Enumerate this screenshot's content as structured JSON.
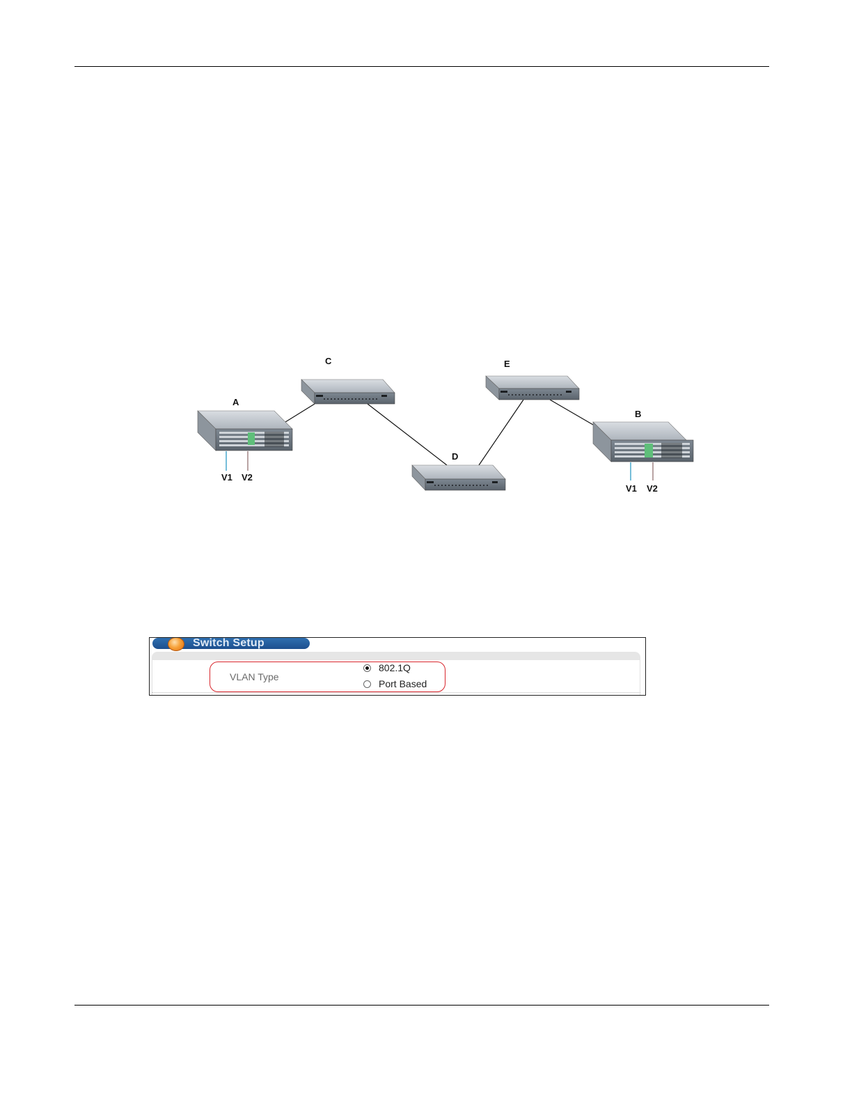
{
  "diagram": {
    "nodes": {
      "A": "A",
      "B": "B",
      "C": "C",
      "D": "D",
      "E": "E"
    },
    "vlans_a": [
      "V1",
      "V2"
    ],
    "vlans_b": [
      "V1",
      "V2"
    ],
    "links": [
      [
        "A",
        "C"
      ],
      [
        "C",
        "D"
      ],
      [
        "D",
        "E"
      ],
      [
        "E",
        "B"
      ]
    ],
    "vlan_colors": {
      "V1": "#3ba3c9",
      "V2": "#9b7d7d"
    }
  },
  "switch_setup": {
    "title": "Switch Setup",
    "field_label": "VLAN Type",
    "options": [
      "802.1Q",
      "Port Based"
    ],
    "selected": "802.1Q"
  }
}
